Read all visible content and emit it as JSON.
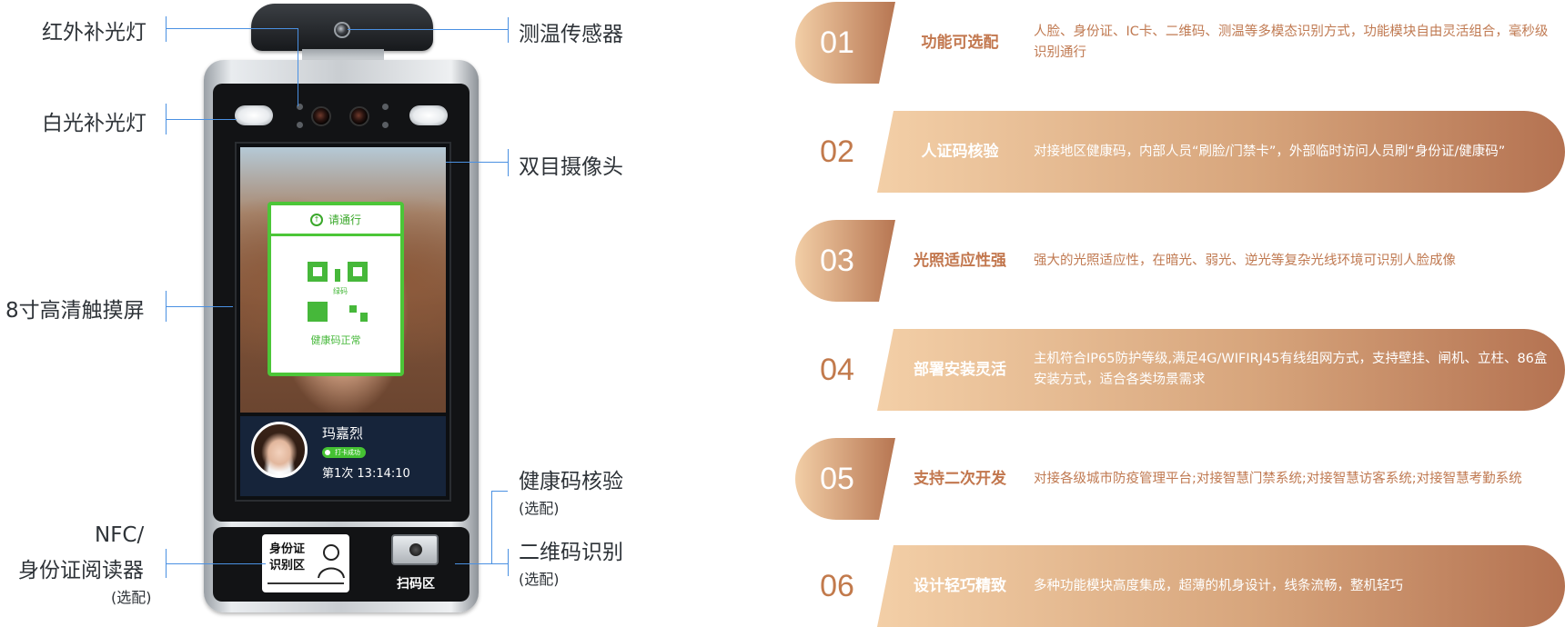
{
  "colors": {
    "accent_light": "#f2cea6",
    "accent_dark": "#b77652",
    "callout_line": "#4a90e2",
    "qr_green": "#46b83a"
  },
  "device": {
    "callouts": {
      "ir_light": "红外补光灯",
      "temp_sensor": "测温传感器",
      "white_light": "白光补光灯",
      "dual_camera": "双目摄像头",
      "touchscreen": "8寸高清触摸屏",
      "health_code": "健康码核验",
      "health_code_opt": "(选配)",
      "nfc_line1": "NFC/",
      "nfc_line2": "身份证阅读器",
      "nfc_opt": "(选配)",
      "qr_scan": "二维码识别",
      "qr_scan_opt": "(选配)"
    },
    "screen": {
      "pass_title": "请通行",
      "qr_tag": "绿码",
      "pass_status": "健康码正常",
      "user_name": "玛嘉烈",
      "checkin_badge": "打卡成功",
      "checkin_time": "第1次 13:14:10"
    },
    "bottom": {
      "id_zone_label": "身份证\n识别区",
      "scan_zone_label": "扫码区"
    }
  },
  "features": [
    {
      "num": "01",
      "title": "功能可选配",
      "desc": "人脸、身份证、IC卡、二维码、测温等多模态识别方式，功能模块自由灵活组合，毫秒级识别通行"
    },
    {
      "num": "02",
      "title": "人证码核验",
      "desc": "对接地区健康码，内部人员“刷脸/门禁卡”，外部临时访问人员刷“身份证/健康码”"
    },
    {
      "num": "03",
      "title": "光照适应性强",
      "desc": "强大的光照适应性，在暗光、弱光、逆光等复杂光线环境可识别人脸成像"
    },
    {
      "num": "04",
      "title": "部署安装灵活",
      "desc": "主机符合IP65防护等级,满足4G/WIFIRJ45有线组网方式，支持壁挂、闸机、立柱、86盒安装方式，适合各类场景需求"
    },
    {
      "num": "05",
      "title": "支持二次开发",
      "desc": "对接各级城市防疫管理平台;对接智慧门禁系统;对接智慧访客系统;对接智慧考勤系统"
    },
    {
      "num": "06",
      "title": "设计轻巧精致",
      "desc": "多种功能模块高度集成，超薄的机身设计，线条流畅，整机轻巧"
    }
  ]
}
